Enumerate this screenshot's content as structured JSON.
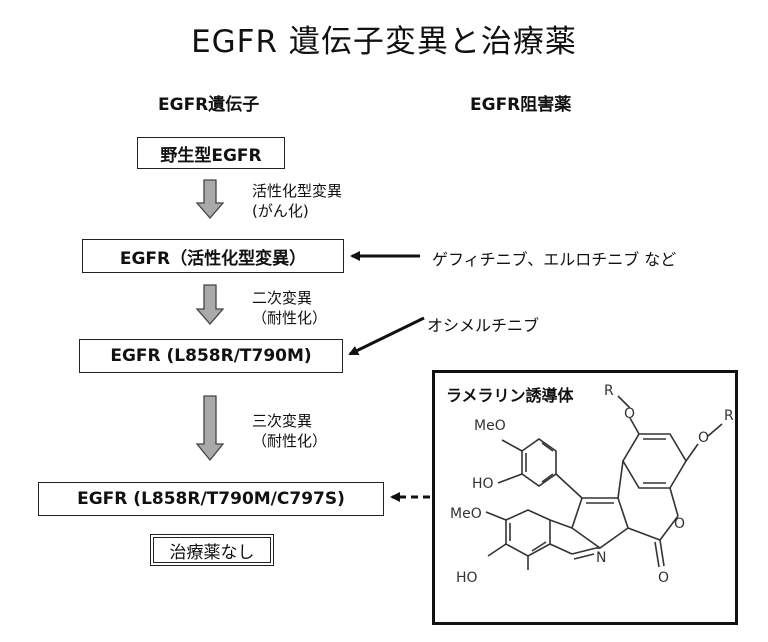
{
  "title": "EGFR 遺伝子変異と治療薬",
  "headers": {
    "gene": "EGFR遺伝子",
    "inhibitor": "EGFR阻害薬"
  },
  "boxes": {
    "wild": "野生型EGFR",
    "activating": "EGFR（活性化型変異）",
    "double": "EGFR (L858R/T790M)",
    "triple": "EGFR (L858R/T790M/C797S)",
    "none": "治療薬なし"
  },
  "transitions": [
    {
      "line1": "活性化型変異",
      "line2": "(がん化)"
    },
    {
      "line1": "二次変異",
      "line2": "（耐性化）"
    },
    {
      "line1": "三次変異",
      "line2": "（耐性化）"
    }
  ],
  "drugs": {
    "first_gen": "ゲフィチニブ、エルロチニブ など",
    "third_gen": "オシメルチニブ"
  },
  "structure": {
    "label": "ラメラリン誘導体",
    "atoms": {
      "r1": "R",
      "o1": "O",
      "r2": "R",
      "o2": "O",
      "meo1": "MeO",
      "ho1": "HO",
      "meo2": "MeO",
      "ho2": "HO",
      "n": "N",
      "o_ring": "O",
      "o_carbonyl": "O"
    }
  }
}
